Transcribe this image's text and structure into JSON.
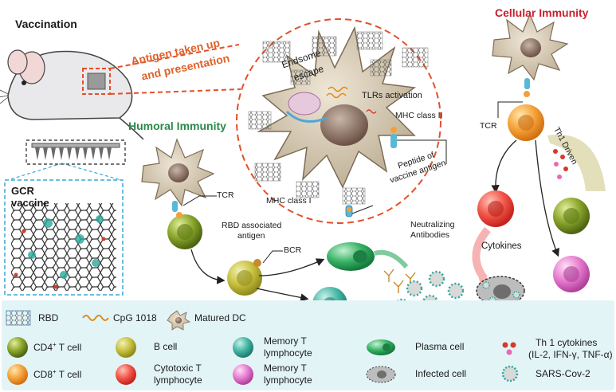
{
  "headers": {
    "vaccination": "Vaccination",
    "cellular": "Cellular Immunity",
    "humoral": "Humoral Immunity",
    "antigen_line1": "Antigen taken up",
    "antigen_line2": "and presentation"
  },
  "labels": {
    "gcr_line1": "GCR",
    "gcr_line2": "vaccine",
    "endosome_line1": "Endsome",
    "endosome_line2": "escape",
    "tlrs": "TLRs activation",
    "mhc2": "MHC class II",
    "mhc1": "MHC class I",
    "peptide_line1": "Peptide of",
    "peptide_line2": "vaccine antigen",
    "tcr_humoral": "TCR",
    "tcr_cellular": "TCR",
    "rbd_line1": "RBD associated",
    "rbd_line2": "antigen",
    "bcr": "BCR",
    "neutral_line1": "Neutralizing",
    "neutral_line2": "Antibodies",
    "cytokines": "Cytokines",
    "th1_driven": "Th1 Driven"
  },
  "legend": {
    "rbd": "RBD",
    "cpg": "CpG 1018",
    "dc": "Matured DC",
    "cd4_main": "CD4",
    "cd4_sup": "+",
    "cd4_rest": " T cell",
    "cd8_main": "CD8",
    "cd8_sup": "+",
    "cd8_rest": " T cell",
    "bcell": "B cell",
    "cyto_line1": "Cytotoxic T",
    "cyto_line2": "lymphocyte",
    "mem1_line1": "Memory T",
    "mem1_line2": "lymphocyte",
    "mem2_line1": "Memory T",
    "mem2_line2": "lymphocyte",
    "plasma": "Plasma cell",
    "infected": "Infected cell",
    "th1_line1": "Th 1 cytokines",
    "th1_line2": "(IL-2, IFN-γ, TNF-α)",
    "sars": "SARS-Cov-2"
  },
  "colors": {
    "vaccination": "#3aa7d6",
    "cellular": "#c8202f",
    "humoral": "#2a8a4a",
    "antigen": "#e0612a",
    "dashed_red": "#e2502a",
    "legend_bg": "#e3f4f6",
    "cd4": "#6f8a1f",
    "cd8": "#f29a2e",
    "bcell": "#b9b232",
    "cytotoxic": "#ef4a3f",
    "memory_teal": "#3aa79a",
    "memory_pink": "#e071c7",
    "plasma": "#2aa85a",
    "dc_body": "#d9cdb8",
    "dc_nucleus": "#8a7161"
  }
}
